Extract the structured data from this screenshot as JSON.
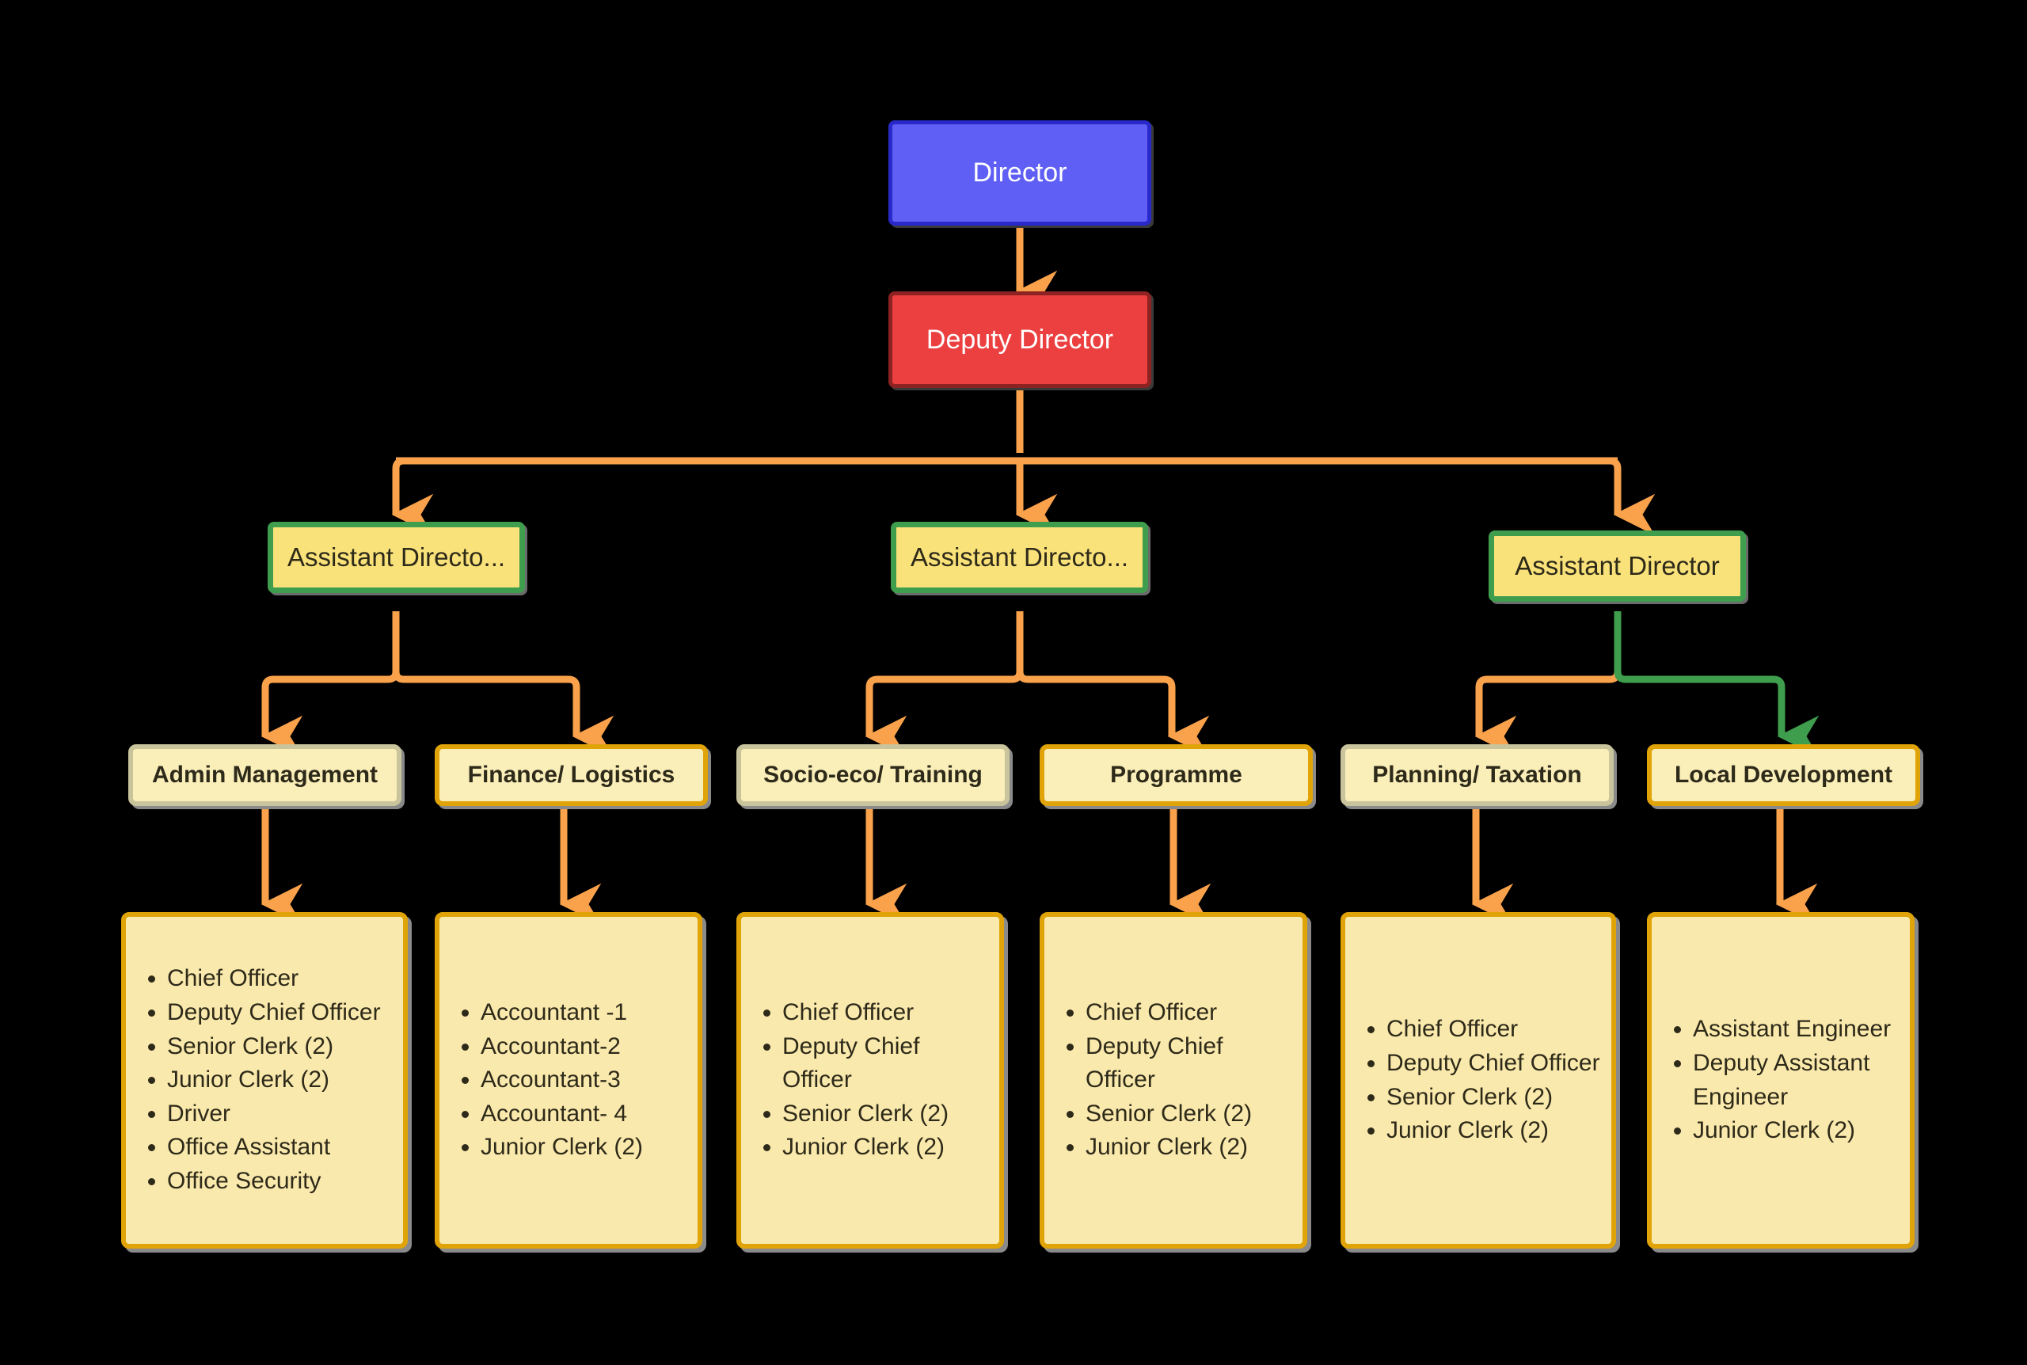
{
  "diagram": {
    "title": "Organizational Structure Chart",
    "background_color": "#000000"
  },
  "palette": {
    "director_fill": "#5f5ff5",
    "director_border": "#2929c9",
    "deputy_fill": "#ec4040",
    "deputy_border": "#8d2222",
    "assistant_fill": "#fae27a",
    "assistant_border": "#3f9e4d",
    "dept_fill": "#faeeb9",
    "dept_border_gray": "#c9c49b",
    "dept_border_orange": "#e0a409",
    "staff_fill": "#fae9ac",
    "staff_border": "#e0a409",
    "edge_orange": "#faa24b",
    "edge_green": "#3f9e4d"
  },
  "levels": {
    "director": {
      "label": "Director"
    },
    "deputy": {
      "label": "Deputy Director"
    },
    "assistants": [
      {
        "label": "Assistant Directo...",
        "full": "Assistant Directo..."
      },
      {
        "label": "Assistant Directo...",
        "full": "Assistant Directo..."
      },
      {
        "label": "Assistant Director",
        "full": "Assistant Director"
      }
    ],
    "departments": [
      {
        "label": "Admin Management",
        "border": "gray"
      },
      {
        "label": "Finance/ Logistics",
        "border": "orange"
      },
      {
        "label": "Socio-eco/ Training",
        "border": "gray"
      },
      {
        "label": "Programme",
        "border": "orange"
      },
      {
        "label": "Planning/ Taxation",
        "border": "gray"
      },
      {
        "label": "Local Development",
        "border": "orange"
      }
    ],
    "staff": [
      {
        "department": "Admin Management",
        "roles": [
          "Chief Officer",
          "Deputy Chief Officer",
          "Senior Clerk (2)",
          "Junior Clerk (2)",
          "Driver",
          "Office Assistant",
          "Office Security"
        ]
      },
      {
        "department": "Finance/ Logistics",
        "roles": [
          "Accountant -1",
          "Accountant-2",
          "Accountant-3",
          "Accountant- 4",
          "Junior Clerk (2)"
        ]
      },
      {
        "department": "Socio-eco/ Training",
        "roles": [
          "Chief Officer",
          "Deputy Chief Officer",
          "Senior Clerk (2)",
          "Junior Clerk (2)"
        ]
      },
      {
        "department": "Programme",
        "roles": [
          "Chief Officer",
          "Deputy Chief Officer",
          "Senior Clerk (2)",
          "Junior Clerk (2)"
        ]
      },
      {
        "department": "Planning/ Taxation",
        "roles": [
          "Chief Officer",
          "Deputy Chief Officer",
          "Senior Clerk (2)",
          "Junior Clerk (2)"
        ]
      },
      {
        "department": "Local Development",
        "roles": [
          "Assistant Engineer",
          "Deputy Assistant Engineer",
          "Junior Clerk (2)"
        ]
      }
    ]
  }
}
